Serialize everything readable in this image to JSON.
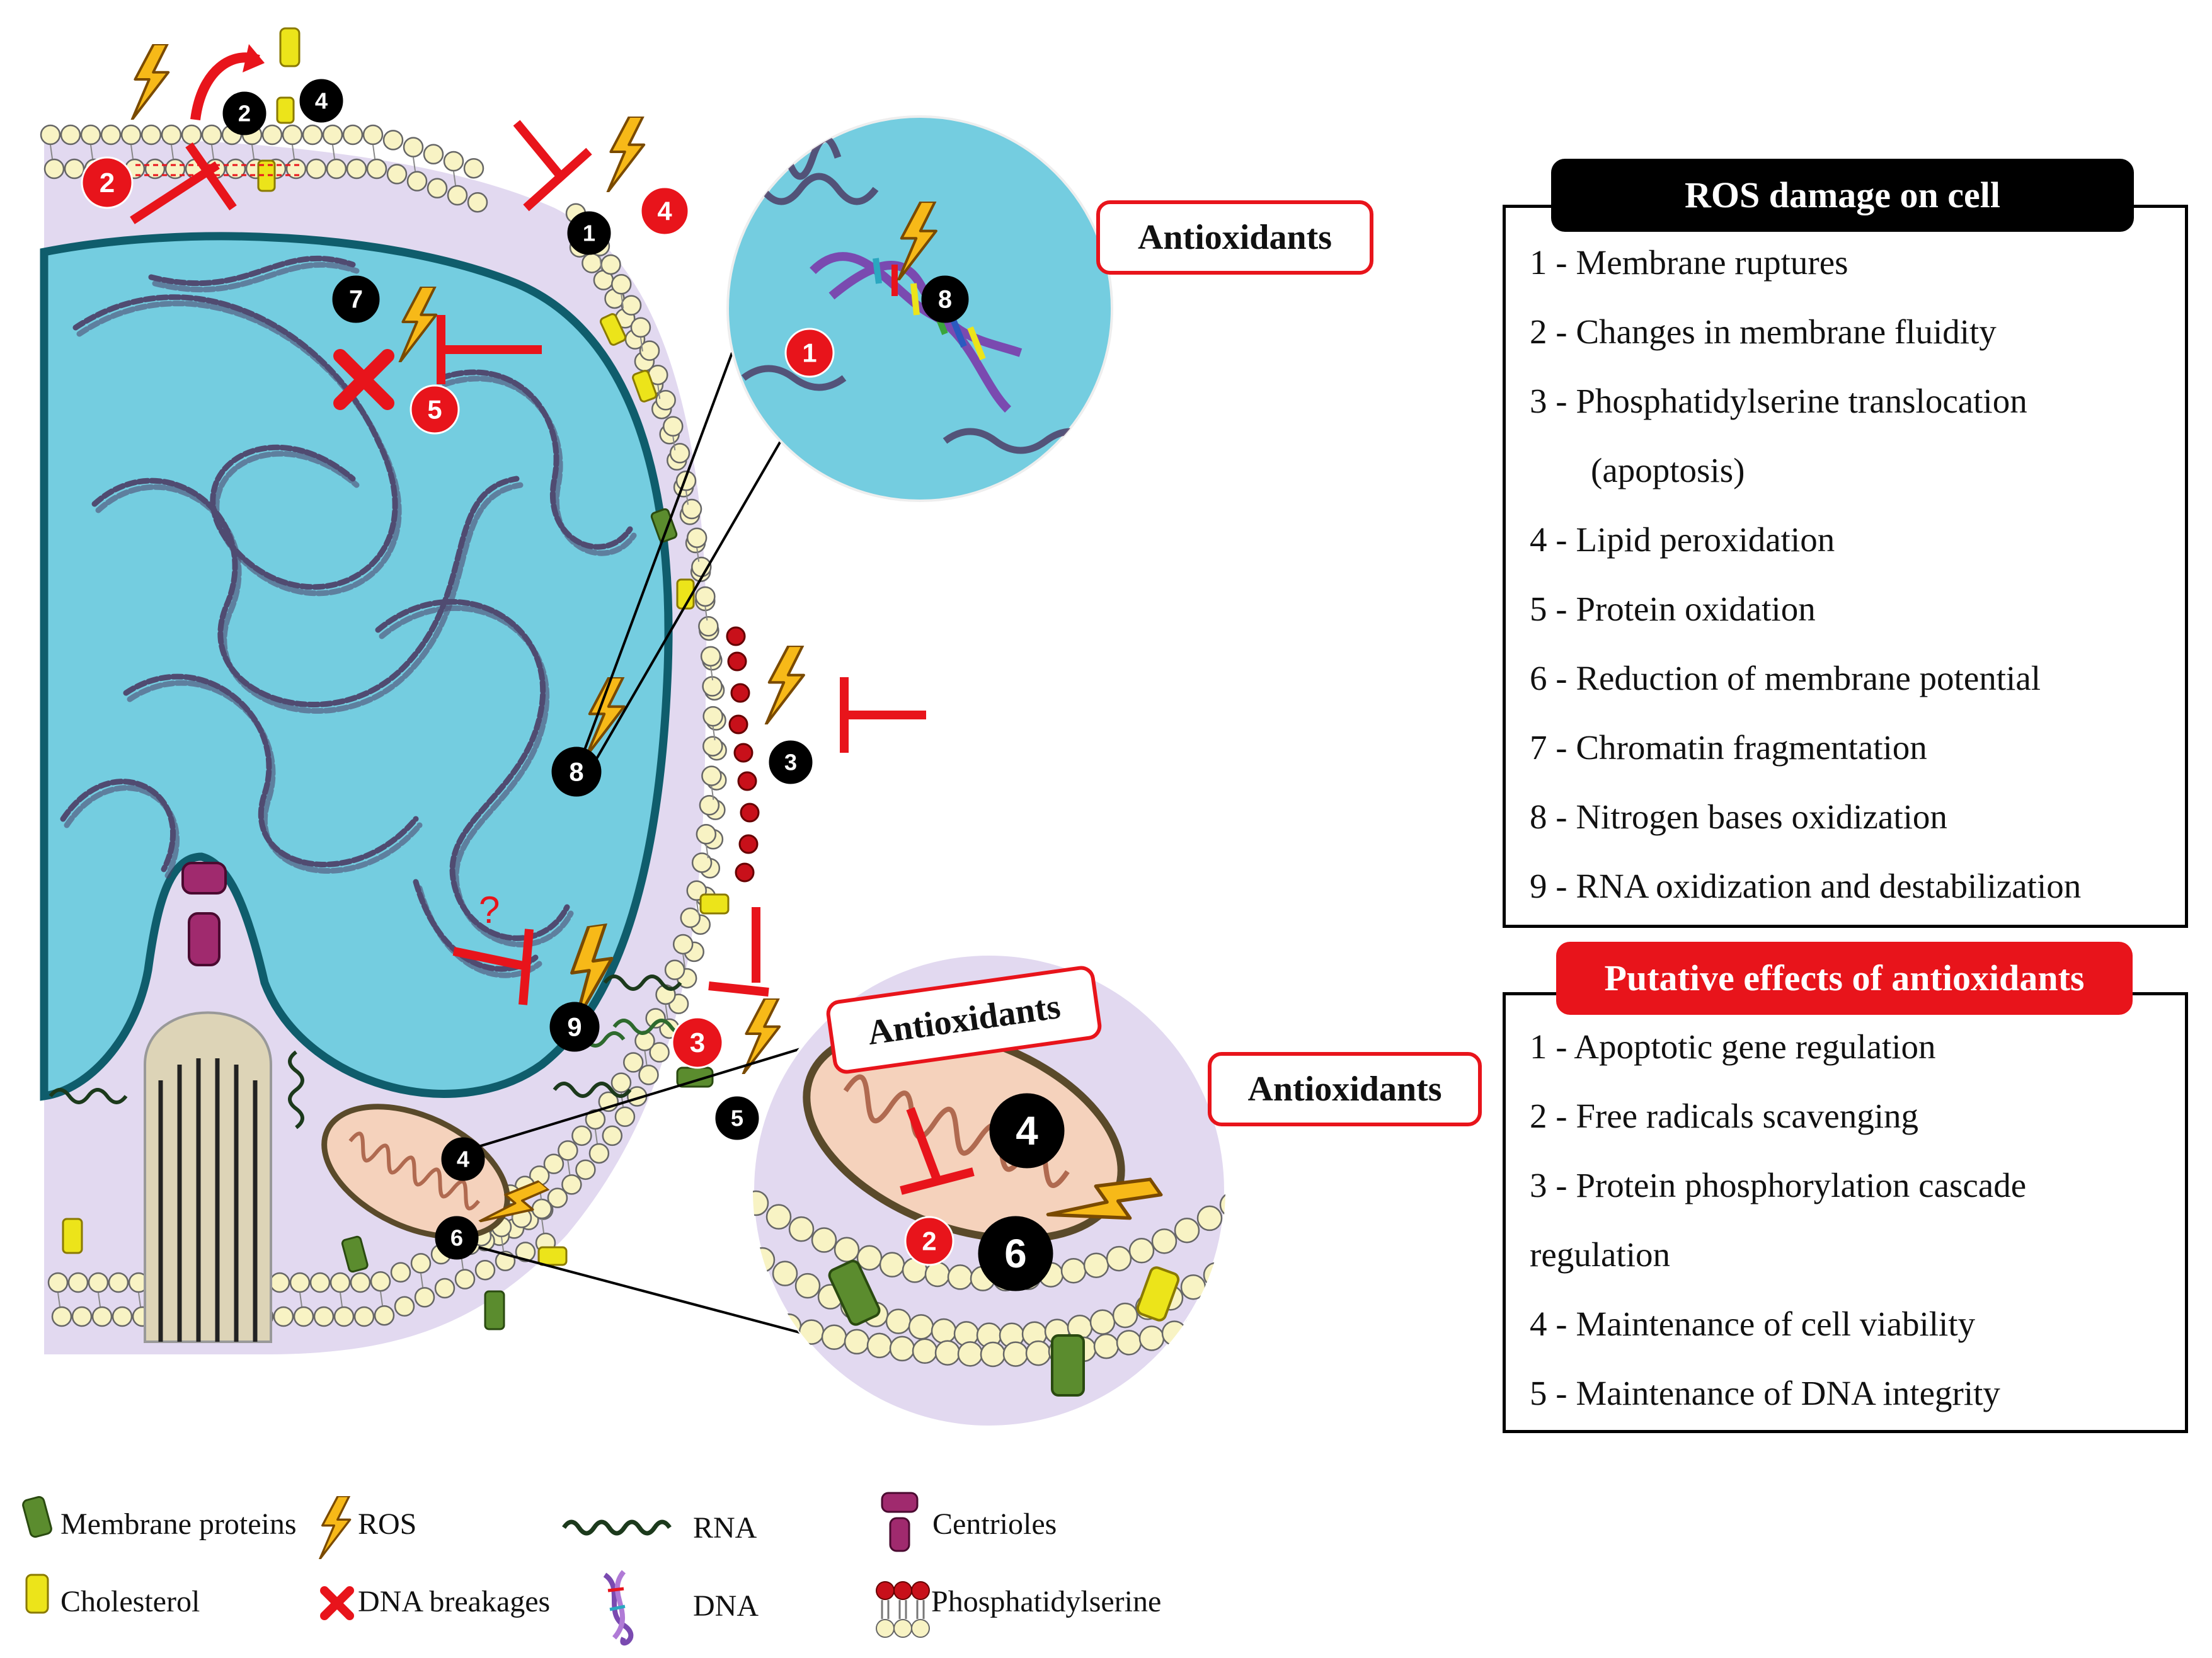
{
  "colors": {
    "cell": "#e2d9f0",
    "nucleus": "#74cde0",
    "nucleus_border": "#0f5d6c",
    "chromatin": "#4d3d66",
    "lipid": "#f8f3c4",
    "ros": "#f7b918",
    "inhibit": "#e8141b",
    "badge_black": "#000000",
    "badge_red": "#e8141b",
    "membrane_protein": "#5b8c2e",
    "cholesterol": "#ece41a",
    "centriole": "#a02a6e"
  },
  "icons": [
    "ros-icon",
    "inhibit-icon",
    "dna-breakage-icon",
    "membrane-protein-icon",
    "cholesterol-icon",
    "centriole-icon",
    "rna-icon",
    "dna-icon",
    "phosphatidylserine-icon"
  ],
  "badges": {
    "black": [
      "1",
      "2",
      "3",
      "4",
      "4",
      "5",
      "6",
      "7",
      "8",
      "8",
      "9"
    ],
    "red": [
      "1",
      "2",
      "2",
      "3",
      "4",
      "5"
    ],
    "zoom_mito_black": [
      "4",
      "6"
    ],
    "zoom_mito_red": "2"
  },
  "question_mark": "?",
  "antioxidant_label": "Antioxidants",
  "ros_panel": {
    "title": "ROS damage on cell",
    "items": [
      "1 - Membrane ruptures",
      "2 - Changes in membrane fluidity",
      "3 - Phosphatidylserine translocation",
      "(apoptosis)",
      "4 - Lipid peroxidation",
      "5 - Protein oxidation",
      "6 - Reduction of membrane potential",
      "7 - Chromatin fragmentation",
      "8 - Nitrogen bases oxidization",
      "9 - RNA oxidization and destabilization"
    ]
  },
  "antiox_panel": {
    "title": "Putative effects of antioxidants",
    "items": [
      "1 - Apoptotic gene regulation",
      "2 - Free radicals scavenging",
      "3 - Protein phosphorylation cascade",
      "regulation",
      "4 - Maintenance of cell viability",
      "5 - Maintenance of DNA integrity"
    ]
  },
  "legend": {
    "membrane_proteins": "Membrane proteins",
    "ros": "ROS",
    "rna": "RNA",
    "centrioles": "Centrioles",
    "cholesterol": "Cholesterol",
    "dna_breakages": "DNA breakages",
    "dna": "DNA",
    "phosphatidylserine": "Phosphatidylserine"
  }
}
